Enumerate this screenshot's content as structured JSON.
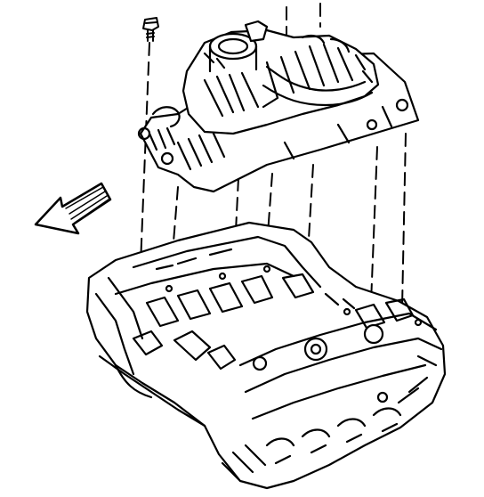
{
  "figure": {
    "subject": "intake-manifold-removal",
    "line_color": "#000000",
    "background_color": "#ffffff",
    "arrow_direction": "front-of-engine",
    "icons": [
      "bolt-icon",
      "direction-arrow-icon"
    ],
    "alignment_line_count": 7
  }
}
